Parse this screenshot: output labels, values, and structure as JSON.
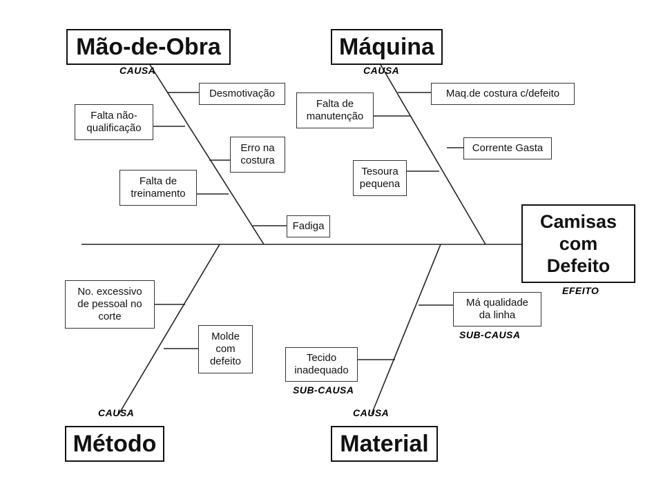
{
  "effect": {
    "text": "Camisas\ncom\nDefeito",
    "label": "EFEITO"
  },
  "categories": {
    "mao_de_obra": "Mão-de-Obra",
    "maquina": "Máquina",
    "metodo": "Método",
    "material": "Material"
  },
  "labels": {
    "causa": "CAUSA",
    "sub_causa": "SUB-CAUSA"
  },
  "causes": {
    "mao_de_obra": [
      "Desmotivação",
      "Falta não-\nqualificação",
      "Erro na\ncostura",
      "Falta de\ntreinamento",
      "Fadiga"
    ],
    "maquina": [
      "Maq.de costura c/defeito",
      "Falta de\nmanutenção",
      "Corrente Gasta",
      "Tesoura\npequena"
    ],
    "metodo": [
      "No. excessivo\nde pessoal no\ncorte",
      "Molde\ncom\ndefeito"
    ],
    "material": [
      "Má qualidade\nda linha",
      "Tecido\ninadequado"
    ]
  }
}
